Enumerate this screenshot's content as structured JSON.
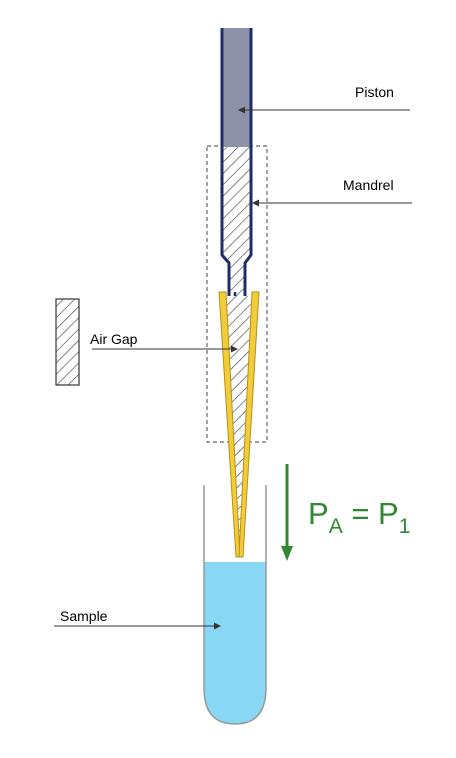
{
  "labels": {
    "piston": "Piston",
    "mandrel": "Mandrel",
    "air_gap": "Air Gap",
    "sample": "Sample"
  },
  "equation": {
    "lhs_base": "P",
    "lhs_sub": "A",
    "equals": " = ",
    "rhs_base": "P",
    "rhs_sub": "1"
  },
  "colors": {
    "piston_fill": "#8c92a8",
    "piston_outline": "#1f2d6b",
    "tip_fill": "#f2cc3a",
    "tip_outline": "#b8901a",
    "liquid": "#87d7f5",
    "arrow": "#2f8a2f",
    "equation": "#2f8a2f",
    "hatch": "#555555"
  }
}
